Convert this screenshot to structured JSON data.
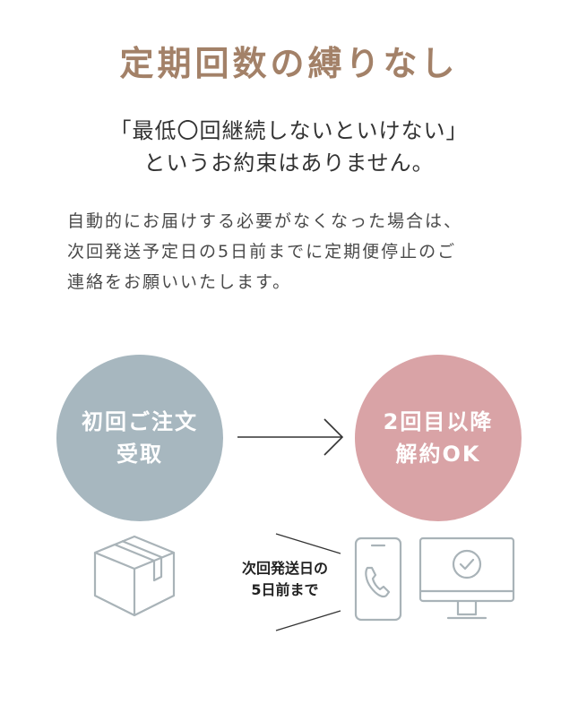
{
  "title": "定期回数の縛りなし",
  "lead": {
    "line1": "「最低〇回継続しないといけない」",
    "line2": "というお約束はありません。"
  },
  "description": {
    "line1": "自動的にお届けする必要がなくなった場合は、",
    "line2": "次回発送予定日の5日前までに定期便停止のご",
    "line3": "連絡をお願いいたします。"
  },
  "flow": {
    "first": {
      "line1": "初回ご注文",
      "line2": "受取",
      "color": "#a7b7bf"
    },
    "second": {
      "line1": "2回目以降",
      "line2": "解約OK",
      "color": "#d9a3a6"
    }
  },
  "note": {
    "line1": "次回発送日の",
    "line2": "5日前まで"
  },
  "icons": {
    "arrow": "arrow-right-icon",
    "box": "package-box-icon",
    "phone": "phone-icon",
    "monitor": "monitor-check-icon",
    "stroke_color": "#a9b3b8"
  },
  "colors": {
    "title": "#a38168"
  }
}
